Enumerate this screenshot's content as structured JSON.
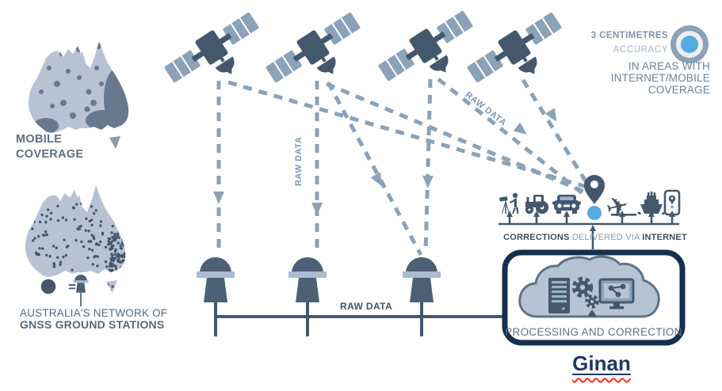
{
  "maps": {
    "mobile_coverage": {
      "line1": "MOBILE",
      "line2": "COVERAGE"
    },
    "gnss_network": {
      "line1": "AUSTRALIA'S NETWORK OF",
      "line2": "GNSS GROUND STATIONS",
      "legend_equals": "="
    }
  },
  "accuracy_callout": {
    "value": "3 CENTIMETRES",
    "label": "ACCURACY",
    "note1": "IN AREAS WITH",
    "note2": "INTERNET/MOBILE",
    "note3": "COVERAGE"
  },
  "raw_data": {
    "vertical": "RAW DATA",
    "diagonal": "RAW DATA",
    "ground": "RAW DATA"
  },
  "corrections": {
    "bold_left": "CORRECTIONS",
    "middle": "DELIVERED VIA",
    "bold_right": "INTERNET"
  },
  "processing": {
    "caption": "PROCESSING AND CORRECTION"
  },
  "brand": {
    "name": "Ginan"
  },
  "colors": {
    "steel": "#8ba2b8",
    "slate": "#44586d",
    "navy_border": "#15304e",
    "brand_navy": "#1f3864",
    "accent_blue": "#56abe0",
    "map_light": "#b7c2d2",
    "map_dark": "#68798e",
    "cloud_fill": "#b6c3d2",
    "cloud_stroke": "#5d7387"
  },
  "icons": {
    "legend": [
      "station-dot-icon",
      "antenna-icon"
    ],
    "satellites": [
      "satellite-icon",
      "satellite-icon",
      "satellite-icon",
      "satellite-icon"
    ],
    "receivers": [
      "surveyor-icon",
      "tractor-icon",
      "car-icon",
      "location-pin-icon",
      "plane-icon",
      "ship-icon",
      "smartphone-icon"
    ],
    "cloud": [
      "server-icon",
      "gears-icon",
      "monitor-icon"
    ],
    "accuracy": "target-circle-icon"
  }
}
